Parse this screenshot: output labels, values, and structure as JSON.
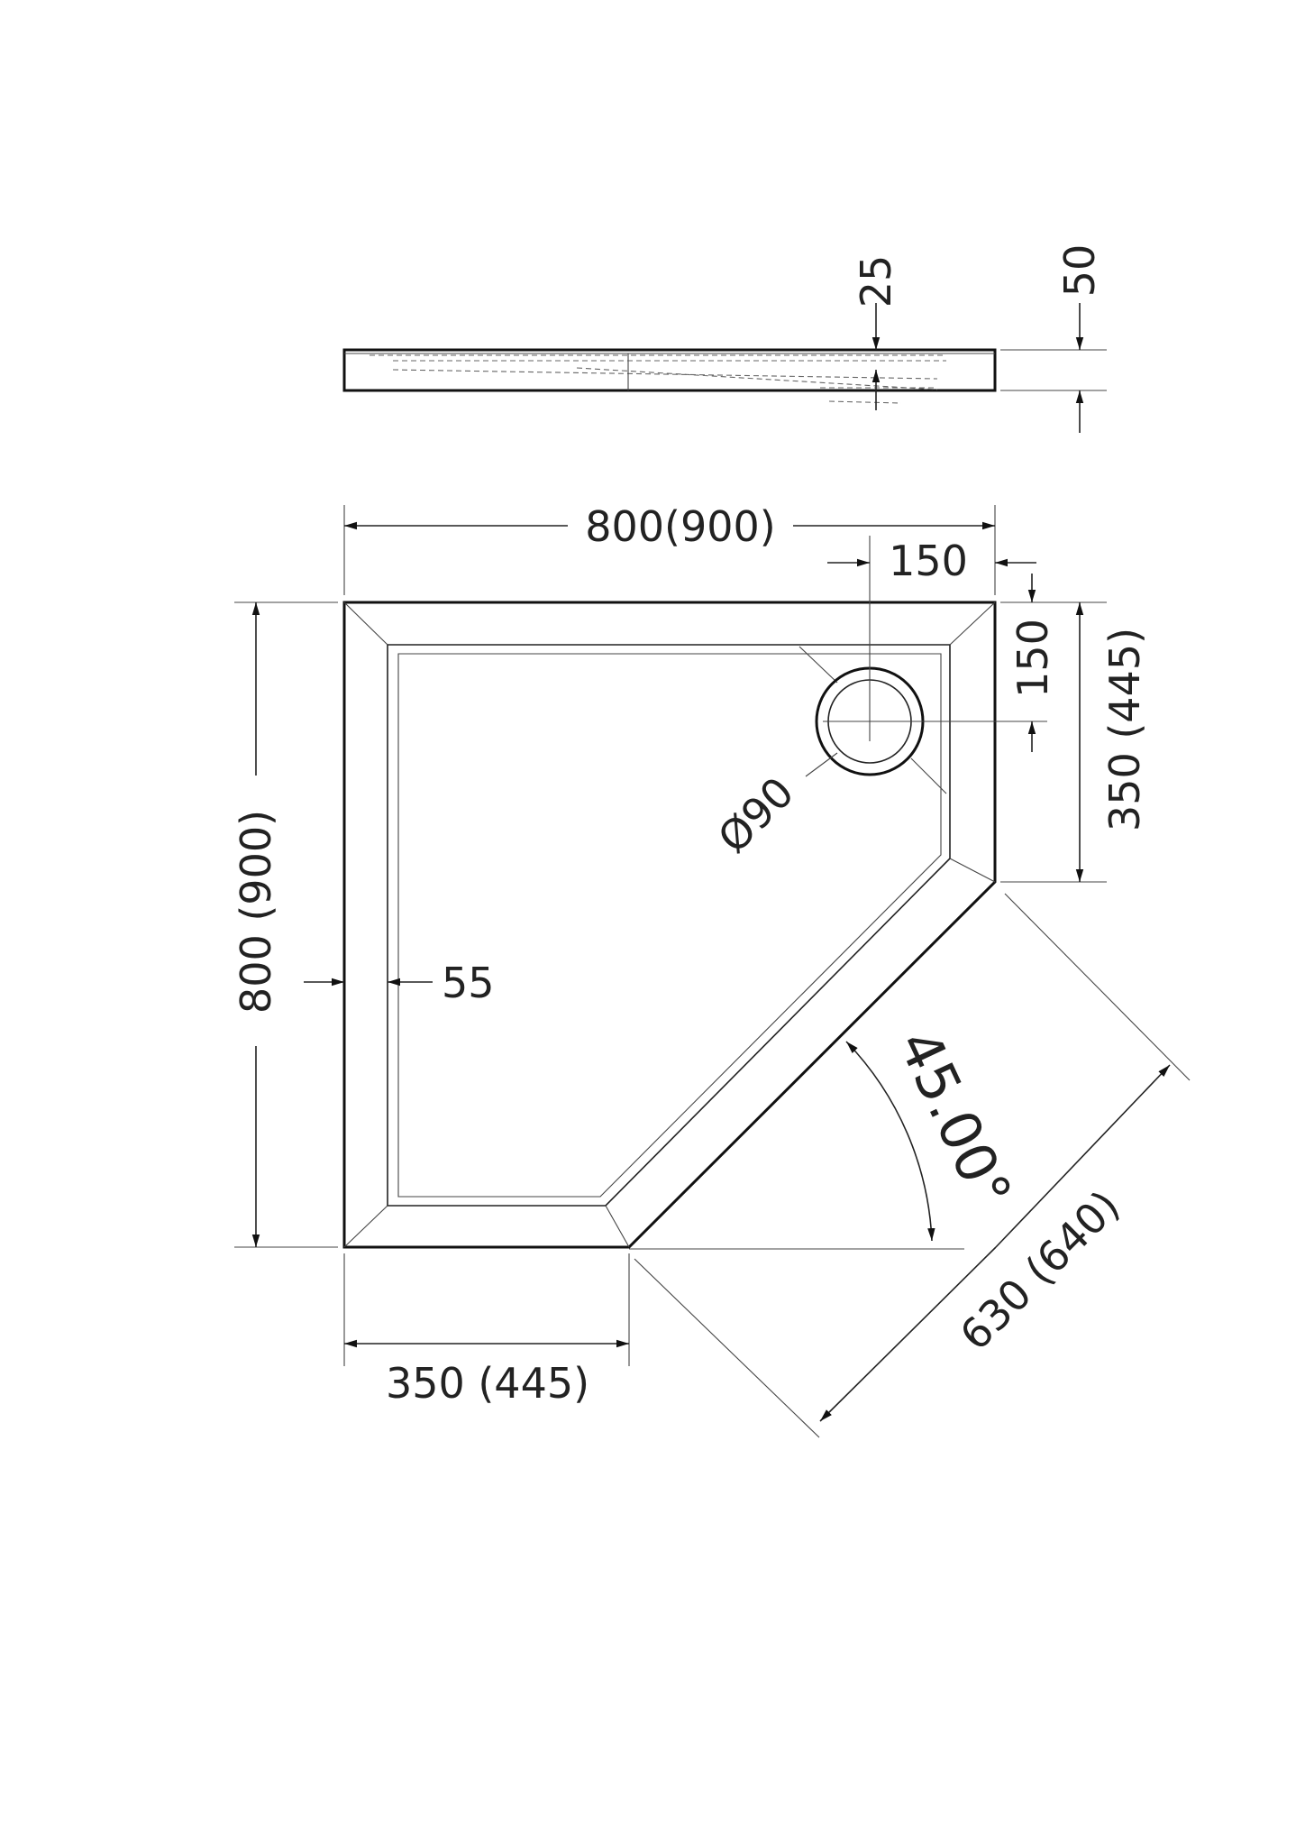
{
  "side_view": {
    "depth": "25",
    "height": "50"
  },
  "top_view": {
    "width": "800(900)",
    "drain_offset_x": "150",
    "drain_offset_y": "150",
    "right_side": "350 (445)",
    "left_side": "800 (900)",
    "rim": "55",
    "bottom_side": "350 (445)",
    "diagonal": "630 (640)",
    "angle": "45.00°",
    "drain_diameter": "Ø90"
  },
  "colors": {
    "line": "#222222",
    "background": "#ffffff"
  }
}
